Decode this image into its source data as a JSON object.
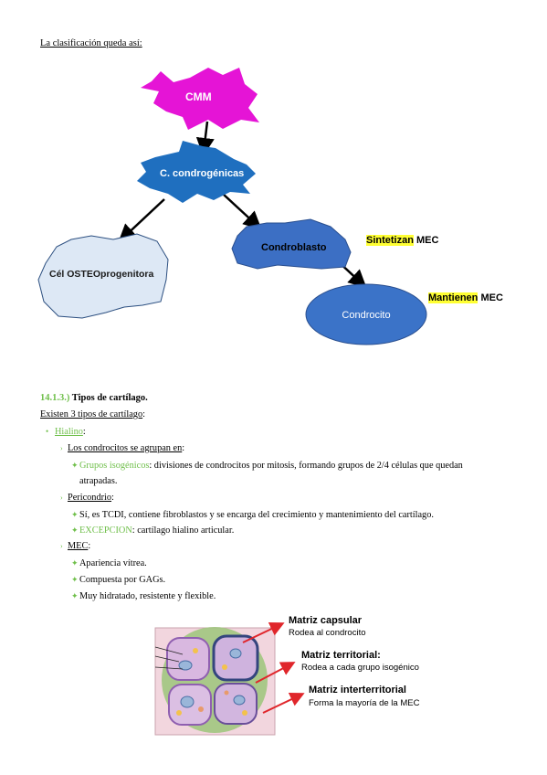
{
  "intro": "La clasificación queda así:",
  "diagram": {
    "nodes": {
      "cmm": "CMM",
      "condrogenicas": "C. condrogénicas",
      "osteo": "Cél OSTEOprogenitora",
      "condroblasto": "Condroblasto",
      "condrocito": "Condrocito"
    },
    "annotations": {
      "sintetizan_hl": "Sintetizan",
      "sintetizan_rest": " MEC",
      "mantienen_hl": "Mantienen",
      "mantienen_rest": " MEC"
    },
    "colors": {
      "cmm": "#e514d6",
      "condrogenicas": "#1f6fbf",
      "osteo": "#dde8f5",
      "condroblasto": "#3c6fc4",
      "condrocito": "#3b73c8",
      "highlight": "#ffff33"
    }
  },
  "section": {
    "number": "14.1.3.)",
    "title": " Tipos de cartílago.",
    "intro": "Existen 3 tipos de cartílago",
    "intro_colon": ":",
    "hialino": "Hialino",
    "hialino_colon": ":",
    "condrocitos_label": "Los condrocitos se agrupan en",
    "condrocitos_colon": ":",
    "grupos_label": "Grupos isogénicos",
    "grupos_text": ": divisiones de condrocitos por mitosis, formando grupos de 2/4 células que quedan",
    "grupos_text2": "atrapadas.",
    "pericondrio_label": "Pericondrio",
    "pericondrio_colon": ":",
    "pericondrio_text": "Sí, es TCDI, contiene fibroblastos y se encarga del crecimiento y mantenimiento del cartílago.",
    "excepcion_label": "EXCEPCION",
    "excepcion_text": ": cartílago hialino articular.",
    "mec_label": "MEC",
    "mec_colon": ":",
    "mec_items": [
      "Apariencia vítrea.",
      "Compuesta por GAGs.",
      "Muy hidratado, resistente y flexible."
    ]
  },
  "histology": {
    "capsular_title": "Matriz capsular",
    "capsular_desc": "Rodea al condrocito",
    "territorial_title": "Matriz territorial:",
    "territorial_desc": "Rodea a cada grupo isogénico",
    "interterritorial_title": "Matriz interterritorial",
    "interterritorial_desc": "Forma la mayoría de la MEC",
    "arrow_color": "#e0262b"
  }
}
